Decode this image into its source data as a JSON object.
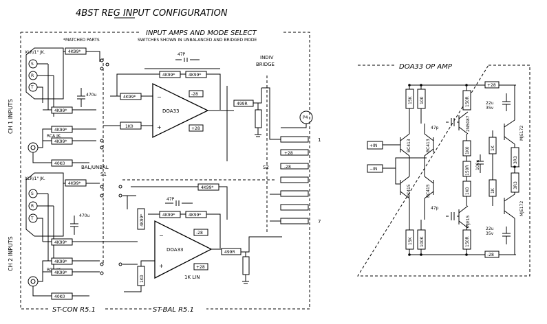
{
  "title": "4BST REG INPUT CONFIGURATION",
  "title_underlined_word": "REG",
  "left_panel": {
    "title": "INPUT AMPS AND MODE SELECT",
    "notes": [
      "*MATCHED PARTS",
      "SWITCHES SHOWN IN UNBALANCED AND BRIDGED MODE"
    ],
    "footer_left": "ST-CON R5.1",
    "footer_right": "ST-BAL R5.1",
    "ch1_label": "CH 1 INPUTS",
    "ch2_label": "CH 2 INPUTS",
    "xlr_label": "XLR/1\" JK.",
    "rca_label": "RCA JK.",
    "pins": [
      "S",
      "R",
      "T"
    ],
    "bal_unbal": "BAL/UNBAL",
    "s1": "S1",
    "s2": "S2",
    "indiv_bridge": [
      "INDIV",
      "BRIDGE"
    ],
    "p4": "P4",
    "out1": "1",
    "out7": "7",
    "opamp_label": "DOA33",
    "plus28": "+28",
    "minus28": "-28",
    "lin": "1K LIN",
    "cap_47p": "47P",
    "cap_470u": "470u",
    "r_4k99": "4K99",
    "r_4k99s": "4K99*",
    "r_1k0": "1K0",
    "r_499r": "499R",
    "r_40k0": "40K0",
    "minus": "−",
    "plus": "+"
  },
  "right_panel": {
    "title": "DOA33 OP AMP",
    "plus28": "+28",
    "minus28": "-28",
    "in_plus": "+IN",
    "in_minus": "−IN",
    "r15k": "15K",
    "r100": "100",
    "r100k": "100K",
    "r150r": "150R",
    "r1k0": "1K0",
    "r1k": "1K",
    "r3r3": "3R3",
    "r100r": "100R",
    "c47p": "47p",
    "c100u": "100u",
    "c22u": "22u",
    "c35v": "35v",
    "q_top": [
      "2N5087",
      "MJE15"
    ],
    "q_in": [
      "BC413",
      "BC413"
    ],
    "q_in_bot": [
      "BC415",
      "BC415"
    ],
    "q_out": [
      "MJE172",
      "MJE172"
    ]
  }
}
